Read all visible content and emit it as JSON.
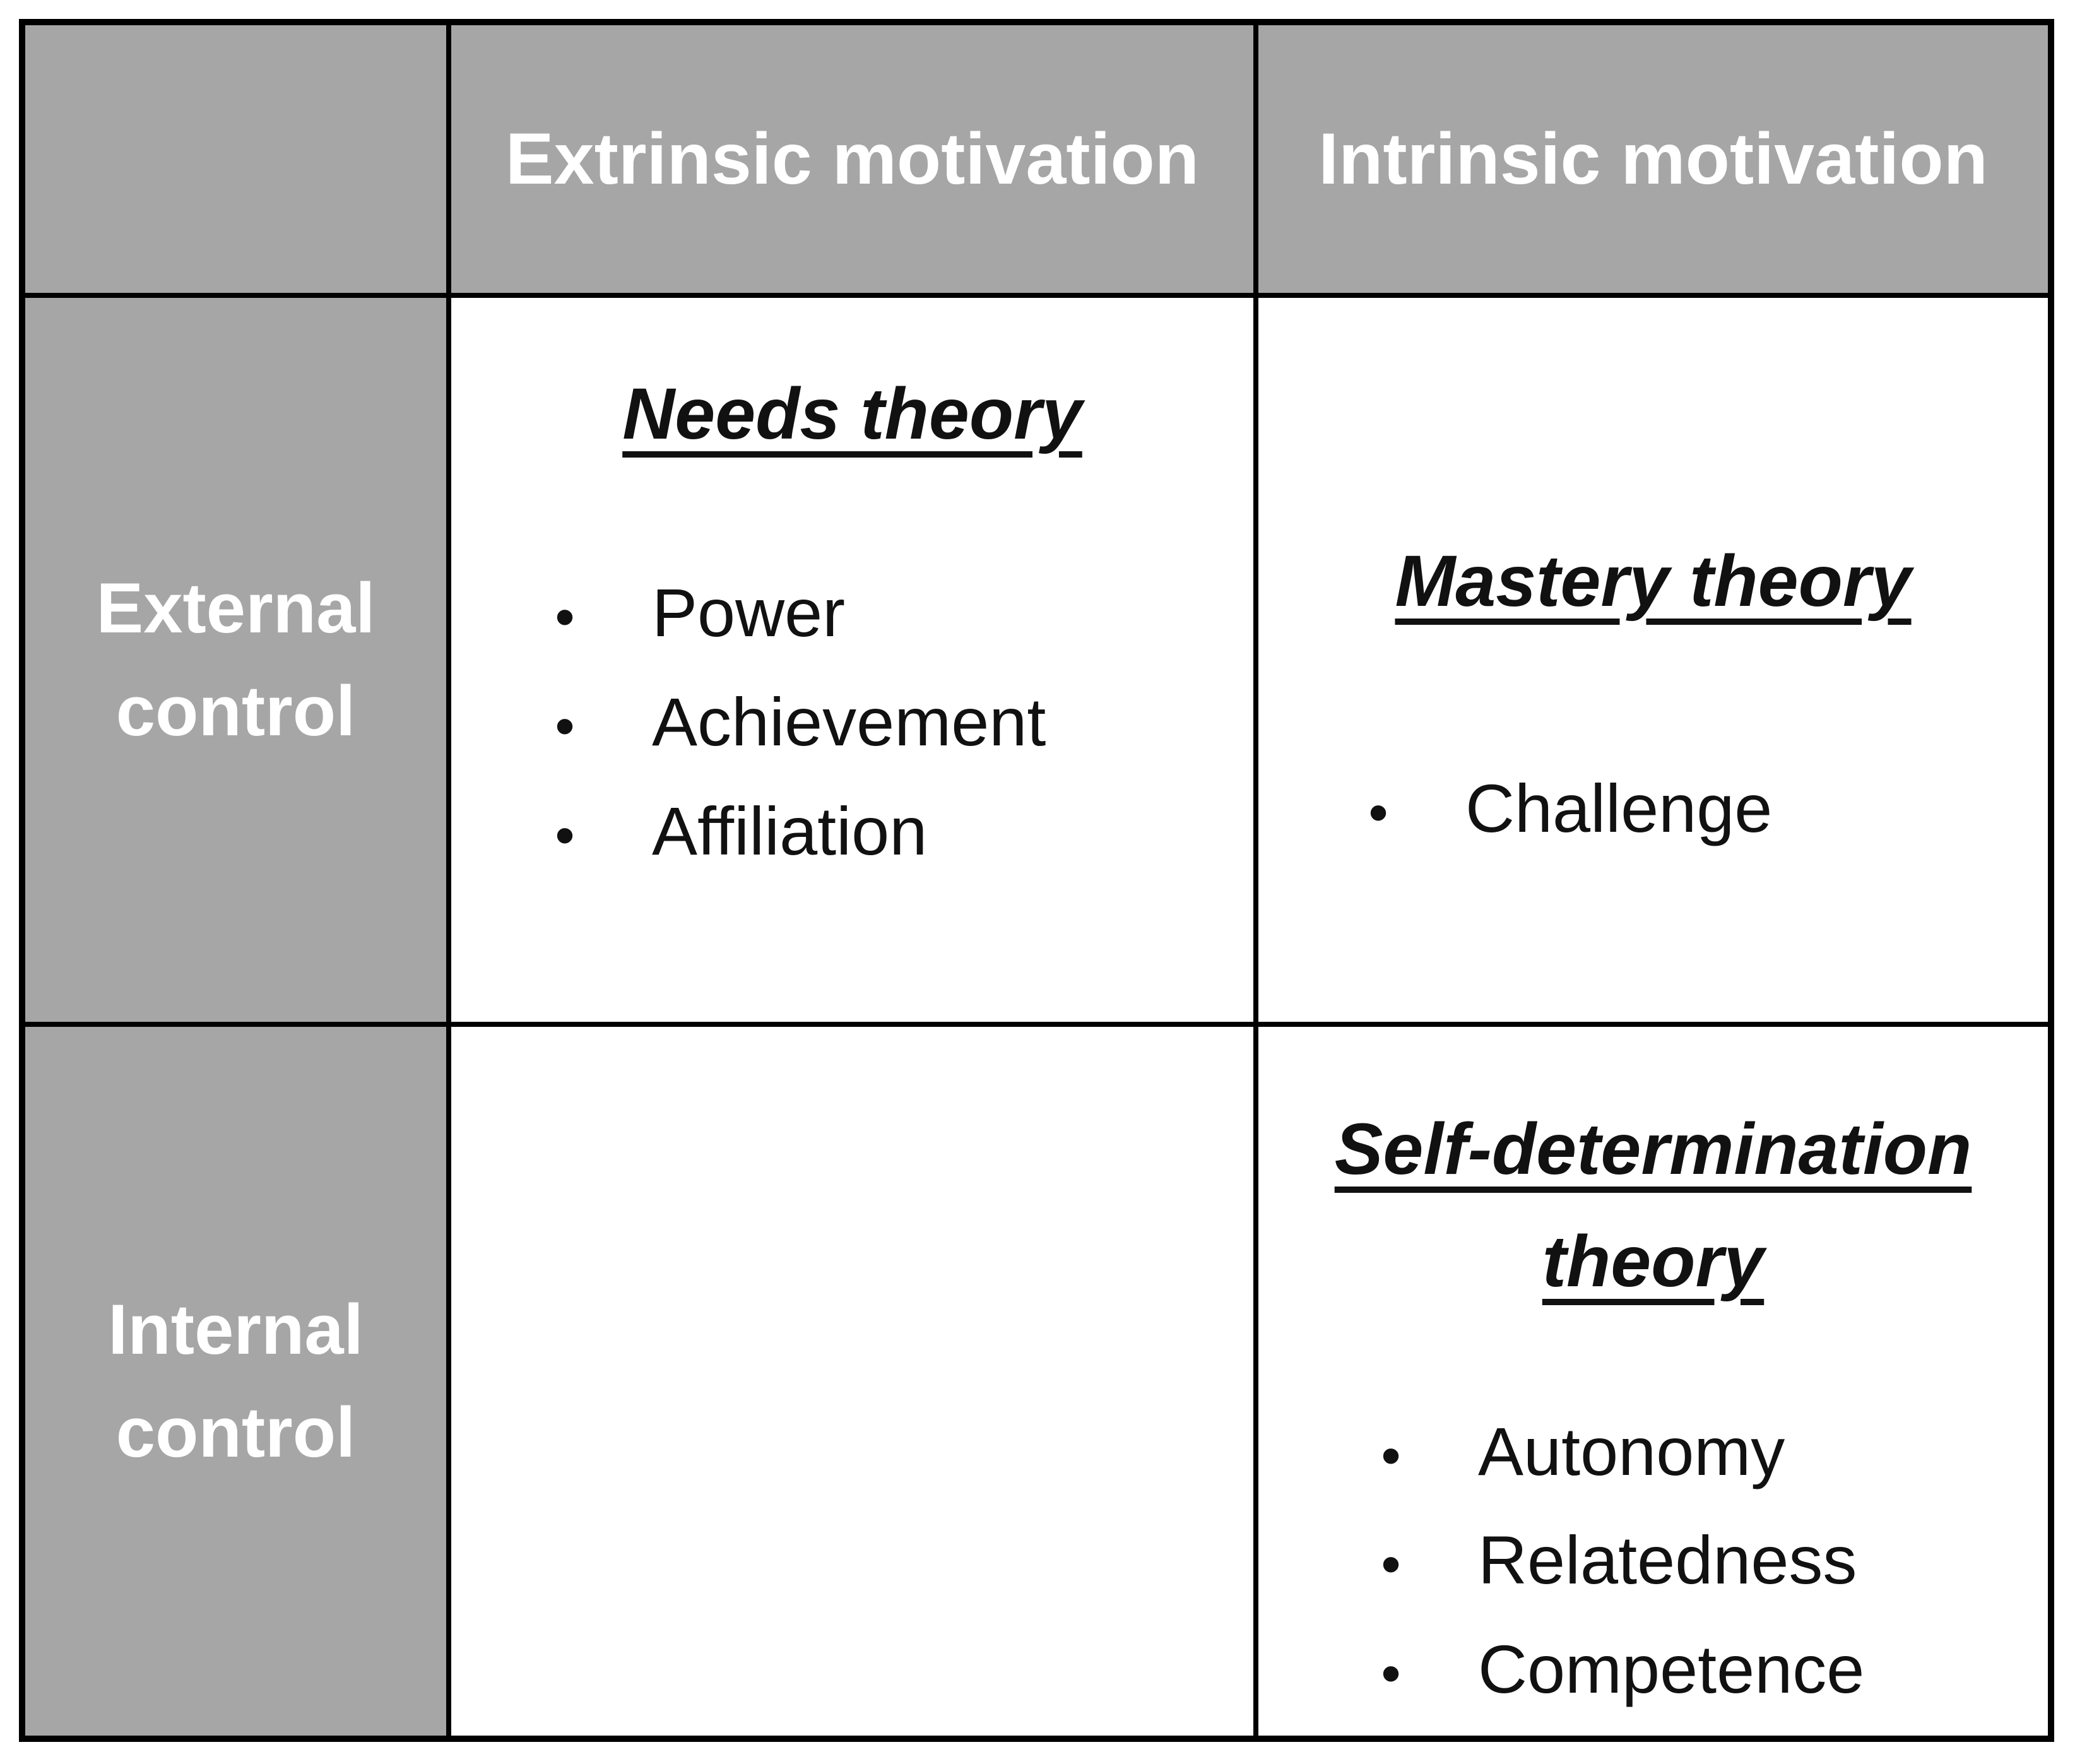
{
  "bullet_glyph": "•",
  "colors": {
    "header_bg": "#a6a6a6",
    "header_text": "#ffffff",
    "border": "#000000",
    "cell_bg": "#ffffff",
    "body_text": "#111111"
  },
  "table": {
    "corner_label": "",
    "col_headers": [
      {
        "label": "Extrinsic motivation"
      },
      {
        "label": "Intrinsic motivation"
      }
    ],
    "row_headers": [
      {
        "label": "External control"
      },
      {
        "label": "Internal control"
      }
    ],
    "cells": {
      "needs": {
        "title": "Needs theory",
        "bullets": [
          "Power",
          "Achievement",
          "Affiliation"
        ]
      },
      "mastery": {
        "title": "Mastery theory",
        "bullets": [
          "Challenge"
        ]
      },
      "empty": {
        "title": "",
        "bullets": []
      },
      "sdt": {
        "title": "Self-determination theory",
        "bullets": [
          "Autonomy",
          "Relatedness",
          "Competence"
        ]
      }
    }
  }
}
